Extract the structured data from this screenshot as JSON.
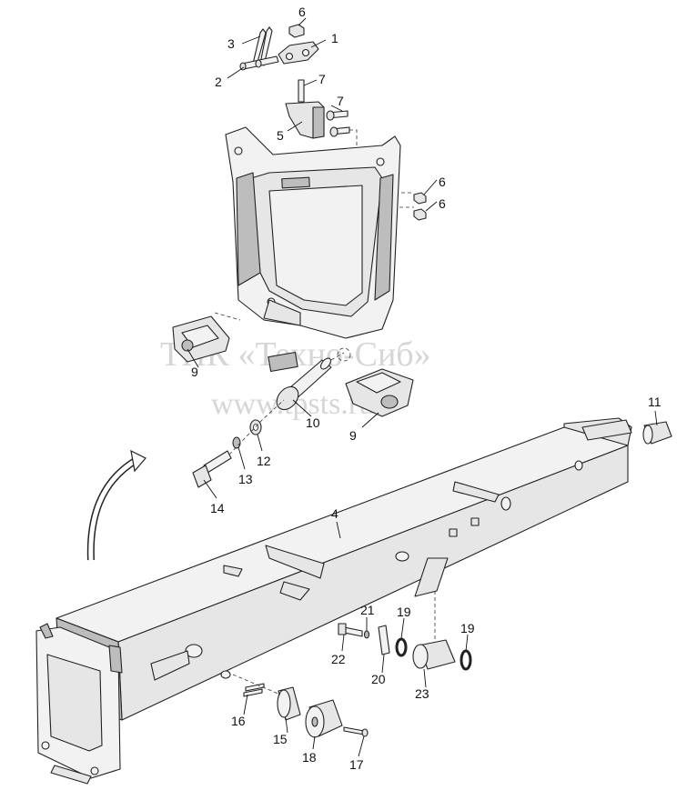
{
  "watermark": {
    "line1": "ТПК «Техно-Сиб»",
    "line2": "www.tpsts.ru"
  },
  "callouts": {
    "c1": "1",
    "c2": "2",
    "c3": "3",
    "c4": "4",
    "c5": "5",
    "c6a": "6",
    "c6b": "6",
    "c6c": "6",
    "c7a": "7",
    "c7b": "7",
    "c9a": "9",
    "c9b": "9",
    "c10": "10",
    "c11": "11",
    "c12": "12",
    "c13": "13",
    "c14": "14",
    "c15": "15",
    "c16": "16",
    "c17": "17",
    "c18": "18",
    "c19a": "19",
    "c19b": "19",
    "c20": "20",
    "c21": "21",
    "c22": "22",
    "c23": "23"
  },
  "colors": {
    "line": "#222222",
    "fill": "#e6e6e6",
    "watermark": "#d6d6d6"
  }
}
